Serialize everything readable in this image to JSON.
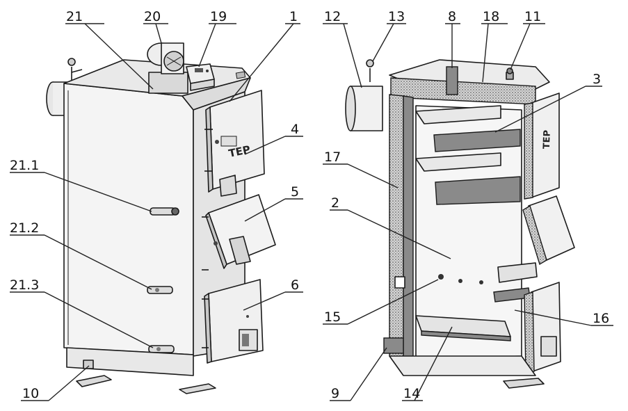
{
  "callouts": {
    "left": [
      "21",
      "20",
      "19",
      "1",
      "4",
      "21.1",
      "5",
      "21.2",
      "6",
      "21.3",
      "10"
    ],
    "right": [
      "12",
      "13",
      "8",
      "18",
      "11",
      "3",
      "17",
      "2",
      "15",
      "16",
      "9",
      "14"
    ]
  },
  "door_brand": "TEP",
  "colors": {
    "body": "#f2f2f2",
    "side": "#e2e2e2",
    "steel_section": "#8a8a8a",
    "insulation": "#c8c8c8",
    "line": "#1a1a1a"
  }
}
